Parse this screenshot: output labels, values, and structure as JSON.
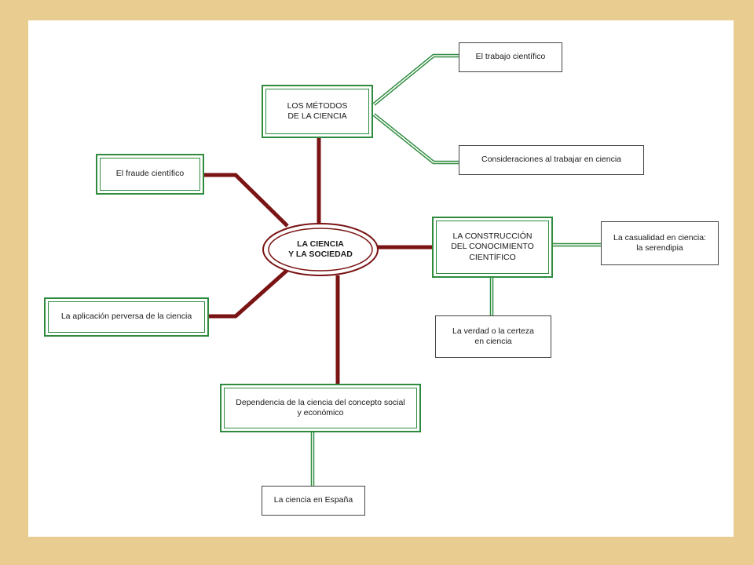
{
  "central": "LA CIENCIA\nY LA SOCIEDAD",
  "main_topics": {
    "metodos": "LOS MÉTODOS\nDE LA CIENCIA",
    "construccion": "LA CONSTRUCCIÓN\nDEL CONOCIMIENTO\nCIENTÍFICO",
    "fraude": "El fraude científico",
    "aplicacion": "La aplicación perversa de la ciencia",
    "dependencia": "Dependencia de la ciencia del concepto social\ny económico"
  },
  "subtopics": {
    "trabajo": "El trabajo científico",
    "consideraciones": "Consideraciones al trabajar en ciencia",
    "casualidad": "La casualidad en ciencia:\nla serendipia",
    "verdad": "La verdad o la certeza\nen ciencia",
    "espana": "La ciencia en España"
  },
  "colors": {
    "background": "#e9cc8f",
    "frame": "#ffffff",
    "primary_link": "#7a1414",
    "secondary_link": "#2e8b3e",
    "box_border": "#2e8b3e",
    "plain_border": "#444444"
  }
}
